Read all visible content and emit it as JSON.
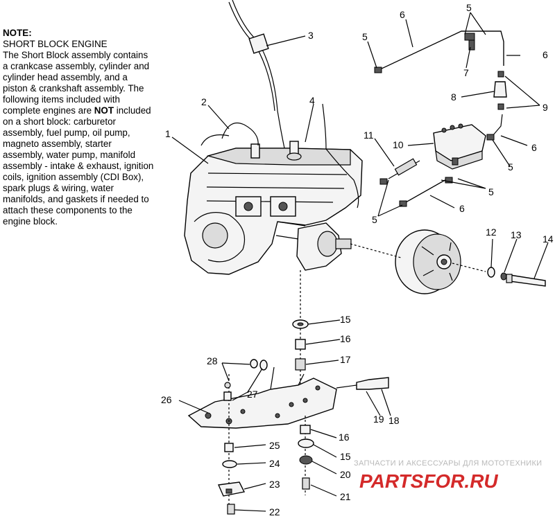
{
  "note": {
    "heading": "NOTE:",
    "subheading": "SHORT BLOCK ENGINE",
    "body_before_bold": "The Short Block assembly contains a crankcase assembly, cylinder and cylinder head assembly, and a piston & crankshaft assembly.  The following items included with complete engines are ",
    "body_bold": "NOT",
    "body_after_bold": " included on a short block: carburetor assembly, fuel pump, oil pump, magneto assembly, starter assembly, water pump, manifold assembly - intake & exhaust, ignition coils, ignition assembly (CDI Box), spark plugs & wiring, water manifolds, and gaskets if needed to attach these components to the engine block."
  },
  "callouts": {
    "c1": "1",
    "c2": "2",
    "c3": "3",
    "c4": "4",
    "c5a": "5",
    "c5b": "5",
    "c5c": "5",
    "c5d": "5",
    "c5e": "5",
    "c6a": "6",
    "c6b": "6",
    "c6c": "6",
    "c6d": "6",
    "c7": "7",
    "c8": "8",
    "c9": "9",
    "c10": "10",
    "c11": "11",
    "c12": "12",
    "c13": "13",
    "c14": "14",
    "c15a": "15",
    "c15b": "15",
    "c16a": "16",
    "c16b": "16",
    "c17": "17",
    "c18": "18",
    "c19": "19",
    "c20": "20",
    "c21": "21",
    "c22": "22",
    "c23": "23",
    "c24": "24",
    "c25": "25",
    "c26": "26",
    "c27": "27",
    "c28": "28"
  },
  "watermark": {
    "top_line": "ЗАПЧАСТИ И АКСЕССУАРЫ ДЛЯ МОТОТЕХНИКИ",
    "logo": "PARTSFOR.RU"
  }
}
